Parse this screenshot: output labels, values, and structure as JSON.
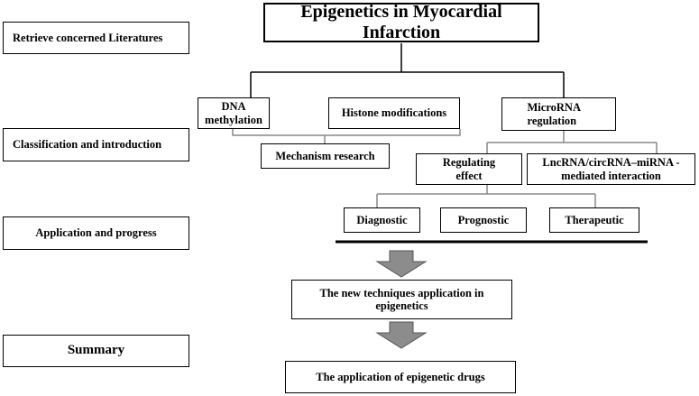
{
  "diagram": {
    "title": "Epigenetics in Myocardial Infarction",
    "stages": {
      "retrieve": "Retrieve concerned Literatures",
      "classification": "Classification and introduction",
      "application": "Application and progress",
      "summary": "Summary"
    },
    "branches": {
      "dna_methylation": "DNA methylation",
      "histone_modifications": "Histone modifications",
      "microrna_regulation": "MicroRNA regulation",
      "mechanism_research": "Mechanism research",
      "regulating_effect": "Regulating effect",
      "lncrna_interaction": "LncRNA/circRNA–miRNA - mediated interaction"
    },
    "effects": {
      "diagnostic": "Diagnostic",
      "prognostic": "Prognostic",
      "therapeutic": "Therapeutic"
    },
    "outcomes": {
      "new_techniques": "The new techniques application in epigenetics",
      "epigenetic_drugs": "The application of epigenetic drugs"
    },
    "colors": {
      "arrow_fill": "#8c8c8c",
      "line": "#000000"
    }
  }
}
